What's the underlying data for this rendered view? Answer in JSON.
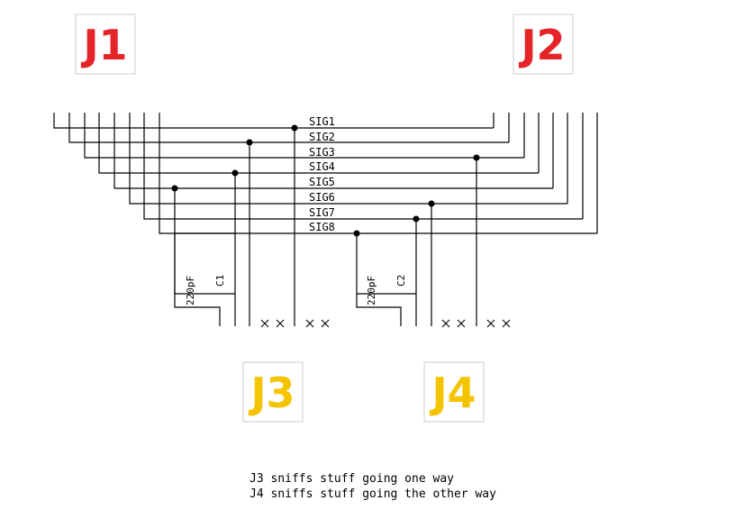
{
  "connectors": {
    "j1": {
      "label": "J1",
      "color": "#e5242a"
    },
    "j2": {
      "label": "J2",
      "color": "#e5242a"
    },
    "j3": {
      "label": "J3",
      "color": "#f5c400"
    },
    "j4": {
      "label": "J4",
      "color": "#f5c400"
    }
  },
  "signals": [
    "SIG1",
    "SIG2",
    "SIG3",
    "SIG4",
    "SIG5",
    "SIG6",
    "SIG7",
    "SIG8"
  ],
  "capacitors": {
    "c1": {
      "value": "220pF",
      "ref": "C1"
    },
    "c2": {
      "value": "220pF",
      "ref": "C2"
    }
  },
  "notes": {
    "line1": "J3 sniffs stuff going one way",
    "line2": "J4 sniffs stuff going the other way"
  }
}
